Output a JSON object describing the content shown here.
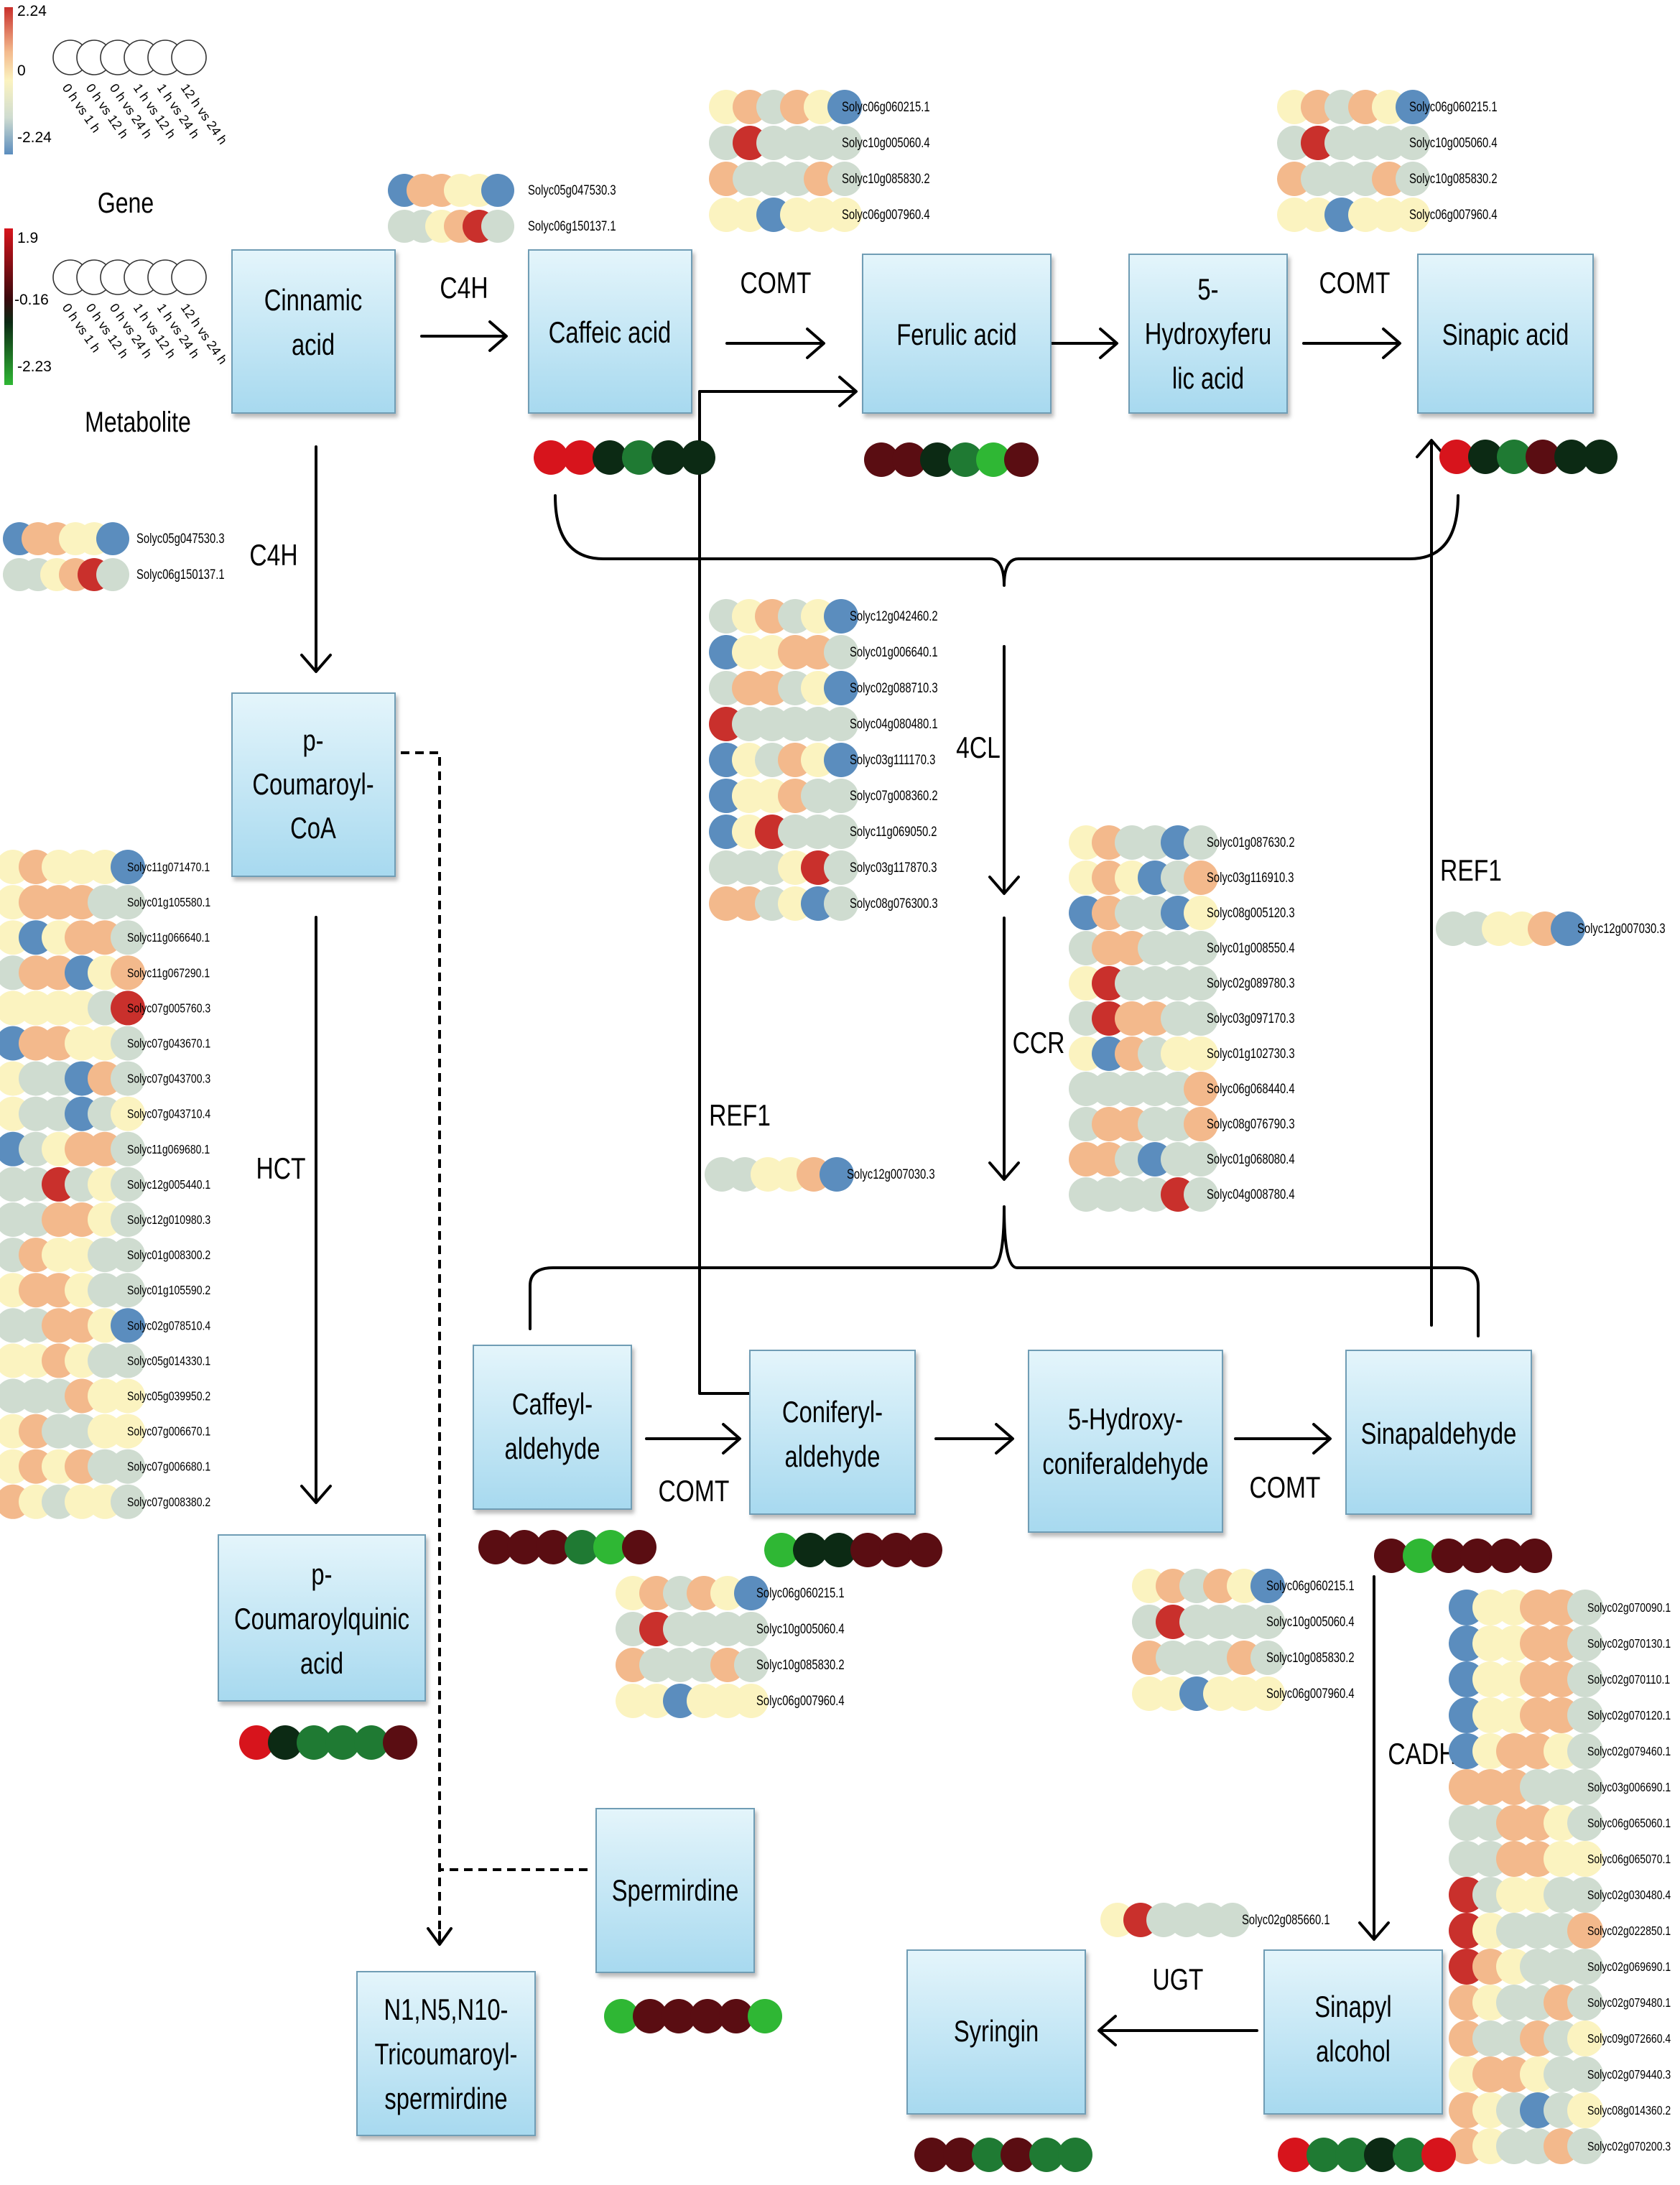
{
  "colors": {
    "gene_scale": [
      "#5b8dbe",
      "#cfdcd0",
      "#fbf3c0",
      "#f3b98c",
      "#c9302c"
    ],
    "met_scale": [
      "#2fb734",
      "#1f7a33",
      "#0c2a14",
      "#5a0d12",
      "#d7141c"
    ],
    "box_top": "#e4f5fb",
    "box_bottom": "#a7d9ef",
    "box_border": "#6f9db5"
  },
  "legend": {
    "gene": {
      "title": "Gene",
      "max": "2.24",
      "mid": "0",
      "min": "-2.24"
    },
    "metabolite": {
      "title": "Metabolite",
      "max": "1.9",
      "mid": "-0.16",
      "min": "-2.23"
    },
    "comparisons": [
      "0 h vs 1 h",
      "0 h vs 12 h",
      "0 h vs 24 h",
      "1 h vs 12 h",
      "1 h vs 24 h",
      "12 h vs 24 h"
    ]
  },
  "compounds": {
    "cinnamic": {
      "lines": [
        "Cinnamic",
        "acid"
      ]
    },
    "caffeic": {
      "lines": [
        "Caffeic acid"
      ],
      "met": [
        4,
        4,
        2,
        1,
        2,
        2
      ]
    },
    "ferulic": {
      "lines": [
        "Ferulic acid"
      ],
      "met": [
        3,
        3,
        2,
        1,
        0,
        3
      ]
    },
    "hydroxyferulic": {
      "lines": [
        "5-",
        "Hydroxyferu",
        "lic acid"
      ]
    },
    "sinapic": {
      "lines": [
        "Sinapic acid"
      ],
      "met": [
        4,
        2,
        1,
        3,
        2,
        2
      ]
    },
    "coumaroylcoa": {
      "lines": [
        "p-",
        "Coumaroyl-",
        "CoA"
      ]
    },
    "coumaroylquinic": {
      "lines": [
        "p-",
        "Coumaroylquinic",
        "acid"
      ],
      "met": [
        4,
        2,
        1,
        1,
        1,
        3
      ]
    },
    "caffeylaldehyde": {
      "lines": [
        "Caffeyl-",
        "aldehyde"
      ],
      "met": [
        3,
        3,
        3,
        1,
        0,
        3
      ]
    },
    "coniferylaldehyde": {
      "lines": [
        "Coniferyl-",
        "aldehyde"
      ],
      "met": [
        0,
        2,
        2,
        3,
        3,
        3
      ]
    },
    "hydroxyconiferaldehyde": {
      "lines": [
        "5-Hydroxy-",
        "coniferaldehyde"
      ]
    },
    "sinapaldehyde": {
      "lines": [
        "Sinapaldehyde"
      ],
      "met": [
        3,
        0,
        3,
        3,
        3,
        3
      ]
    },
    "spermidine": {
      "lines": [
        "Spermirdine"
      ],
      "met": [
        0,
        3,
        3,
        3,
        3,
        0
      ]
    },
    "tricoumaroyl": {
      "lines": [
        "N1,N5,N10-",
        "Tricoumaroyl-",
        "spermirdine"
      ]
    },
    "syringin": {
      "lines": [
        "Syringin"
      ],
      "met": [
        3,
        3,
        1,
        3,
        1,
        1
      ]
    },
    "sinapylalcohol": {
      "lines": [
        "Sinapyl",
        "alcohol"
      ],
      "met": [
        4,
        1,
        1,
        2,
        1,
        4
      ]
    }
  },
  "enzymes": {
    "c4h_top": "C4H",
    "comt_1": "COMT",
    "comt_2": "COMT",
    "c4h_left": "C4H",
    "hct": "HCT",
    "cl4": "4CL",
    "ccr": "CCR",
    "ref1_right": "REF1",
    "ref1_mid": "REF1",
    "comt_3": "COMT",
    "comt_4": "COMT",
    "cadh": "CADH",
    "ugt": "UGT"
  },
  "gene_groups": {
    "c4h_top": {
      "genes": [
        {
          "id": "Solyc05g047530.3",
          "v": [
            0,
            3,
            3,
            2,
            2,
            0
          ]
        },
        {
          "id": "Solyc06g150137.1",
          "v": [
            1,
            1,
            2,
            3,
            4,
            1
          ]
        }
      ]
    },
    "c4h_left": {
      "genes": [
        {
          "id": "Solyc05g047530.3",
          "v": [
            0,
            3,
            3,
            2,
            2,
            0
          ]
        },
        {
          "id": "Solyc06g150137.1",
          "v": [
            1,
            1,
            2,
            3,
            4,
            1
          ]
        }
      ]
    },
    "comt_a": {
      "genes": [
        {
          "id": "Solyc06g060215.1",
          "v": [
            2,
            3,
            1,
            3,
            2,
            0
          ]
        },
        {
          "id": "Solyc10g005060.4",
          "v": [
            1,
            4,
            1,
            1,
            1,
            1
          ]
        },
        {
          "id": "Solyc10g085830.2",
          "v": [
            3,
            1,
            1,
            1,
            3,
            1
          ]
        },
        {
          "id": "Solyc06g007960.4",
          "v": [
            2,
            2,
            0,
            2,
            2,
            2
          ]
        }
      ]
    },
    "comt_b": {
      "genes": [
        {
          "id": "Solyc06g060215.1",
          "v": [
            2,
            3,
            1,
            3,
            2,
            0
          ]
        },
        {
          "id": "Solyc10g005060.4",
          "v": [
            1,
            4,
            1,
            1,
            1,
            1
          ]
        },
        {
          "id": "Solyc10g085830.2",
          "v": [
            3,
            1,
            1,
            1,
            3,
            1
          ]
        },
        {
          "id": "Solyc06g007960.4",
          "v": [
            2,
            2,
            0,
            2,
            2,
            2
          ]
        }
      ]
    },
    "comt_c": {
      "genes": [
        {
          "id": "Solyc06g060215.1",
          "v": [
            2,
            3,
            1,
            3,
            2,
            0
          ]
        },
        {
          "id": "Solyc10g005060.4",
          "v": [
            1,
            4,
            1,
            1,
            1,
            1
          ]
        },
        {
          "id": "Solyc10g085830.2",
          "v": [
            3,
            1,
            1,
            1,
            3,
            1
          ]
        },
        {
          "id": "Solyc06g007960.4",
          "v": [
            2,
            2,
            0,
            2,
            2,
            2
          ]
        }
      ]
    },
    "comt_d": {
      "genes": [
        {
          "id": "Solyc06g060215.1",
          "v": [
            2,
            3,
            1,
            3,
            2,
            0
          ]
        },
        {
          "id": "Solyc10g005060.4",
          "v": [
            1,
            4,
            1,
            1,
            1,
            1
          ]
        },
        {
          "id": "Solyc10g085830.2",
          "v": [
            3,
            1,
            1,
            1,
            3,
            1
          ]
        },
        {
          "id": "Solyc06g007960.4",
          "v": [
            2,
            2,
            0,
            2,
            2,
            2
          ]
        }
      ]
    },
    "cl4": {
      "genes": [
        {
          "id": "Solyc12g042460.2",
          "v": [
            1,
            2,
            3,
            1,
            2,
            0
          ]
        },
        {
          "id": "Solyc01g006640.1",
          "v": [
            0,
            2,
            2,
            3,
            3,
            1
          ]
        },
        {
          "id": "Solyc02g088710.3",
          "v": [
            1,
            3,
            3,
            1,
            2,
            0
          ]
        },
        {
          "id": "Solyc04g080480.1",
          "v": [
            4,
            1,
            1,
            1,
            1,
            1
          ]
        },
        {
          "id": "Solyc03g111170.3",
          "v": [
            0,
            2,
            1,
            3,
            2,
            0
          ]
        },
        {
          "id": "Solyc07g008360.2",
          "v": [
            0,
            2,
            2,
            3,
            1,
            1
          ]
        },
        {
          "id": "Solyc11g069050.2",
          "v": [
            0,
            2,
            4,
            1,
            1,
            1
          ]
        },
        {
          "id": "Solyc03g117870.3",
          "v": [
            1,
            1,
            1,
            2,
            4,
            1
          ]
        },
        {
          "id": "Solyc08g076300.3",
          "v": [
            3,
            3,
            1,
            2,
            0,
            1
          ]
        }
      ]
    },
    "ccr": {
      "genes": [
        {
          "id": "Solyc01g087630.2",
          "v": [
            2,
            3,
            1,
            1,
            0,
            1
          ]
        },
        {
          "id": "Solyc03g116910.3",
          "v": [
            2,
            3,
            2,
            0,
            1,
            3
          ]
        },
        {
          "id": "Solyc08g005120.3",
          "v": [
            0,
            3,
            1,
            1,
            0,
            2
          ]
        },
        {
          "id": "Solyc01g008550.4",
          "v": [
            1,
            3,
            3,
            1,
            1,
            1
          ]
        },
        {
          "id": "Solyc02g089780.3",
          "v": [
            2,
            4,
            1,
            1,
            1,
            1
          ]
        },
        {
          "id": "Solyc03g097170.3",
          "v": [
            1,
            4,
            3,
            3,
            1,
            1
          ]
        },
        {
          "id": "Solyc01g102730.3",
          "v": [
            2,
            0,
            3,
            1,
            2,
            2
          ]
        },
        {
          "id": "Solyc06g068440.4",
          "v": [
            1,
            1,
            1,
            1,
            1,
            3
          ]
        },
        {
          "id": "Solyc08g076790.3",
          "v": [
            1,
            3,
            3,
            1,
            1,
            3
          ]
        },
        {
          "id": "Solyc01g068080.4",
          "v": [
            3,
            3,
            1,
            0,
            1,
            1
          ]
        },
        {
          "id": "Solyc04g008780.4",
          "v": [
            1,
            1,
            1,
            1,
            4,
            1
          ]
        }
      ]
    },
    "ref1_right": {
      "genes": [
        {
          "id": "Solyc12g007030.3",
          "v": [
            1,
            1,
            2,
            2,
            3,
            0
          ]
        }
      ]
    },
    "ref1_mid": {
      "genes": [
        {
          "id": "Solyc12g007030.3",
          "v": [
            1,
            1,
            2,
            2,
            3,
            0
          ]
        }
      ]
    },
    "hct": {
      "genes": [
        {
          "id": "Solyc11g071470.1",
          "v": [
            2,
            3,
            2,
            2,
            2,
            0
          ]
        },
        {
          "id": "Solyc01g105580.1",
          "v": [
            2,
            3,
            3,
            3,
            1,
            1
          ]
        },
        {
          "id": "Solyc11g066640.1",
          "v": [
            2,
            0,
            2,
            3,
            3,
            1
          ]
        },
        {
          "id": "Solyc11g067290.1",
          "v": [
            1,
            3,
            3,
            0,
            2,
            3
          ]
        },
        {
          "id": "Solyc07g005760.3",
          "v": [
            2,
            2,
            2,
            2,
            1,
            4
          ]
        },
        {
          "id": "Solyc07g043670.1",
          "v": [
            0,
            3,
            3,
            2,
            2,
            1
          ]
        },
        {
          "id": "Solyc07g043700.3",
          "v": [
            2,
            1,
            1,
            0,
            3,
            1
          ]
        },
        {
          "id": "Solyc07g043710.4",
          "v": [
            2,
            1,
            1,
            0,
            1,
            2
          ]
        },
        {
          "id": "Solyc11g069680.1",
          "v": [
            0,
            1,
            2,
            3,
            3,
            1
          ]
        },
        {
          "id": "Solyc12g005440.1",
          "v": [
            1,
            1,
            4,
            1,
            2,
            1
          ]
        },
        {
          "id": "Solyc12g010980.3",
          "v": [
            1,
            1,
            3,
            3,
            2,
            1
          ]
        },
        {
          "id": "Solyc01g008300.2",
          "v": [
            1,
            3,
            2,
            2,
            1,
            1
          ]
        },
        {
          "id": "Solyc01g105590.2",
          "v": [
            2,
            3,
            3,
            2,
            1,
            1
          ]
        },
        {
          "id": "Solyc02g078510.4",
          "v": [
            1,
            1,
            3,
            3,
            2,
            0
          ]
        },
        {
          "id": "Solyc05g014330.1",
          "v": [
            2,
            2,
            3,
            2,
            1,
            1
          ]
        },
        {
          "id": "Solyc05g039950.2",
          "v": [
            1,
            1,
            1,
            3,
            2,
            2
          ]
        },
        {
          "id": "Solyc07g006670.1",
          "v": [
            2,
            3,
            1,
            1,
            2,
            2
          ]
        },
        {
          "id": "Solyc07g006680.1",
          "v": [
            2,
            3,
            2,
            3,
            1,
            1
          ]
        },
        {
          "id": "Solyc07g008380.2",
          "v": [
            3,
            2,
            1,
            2,
            2,
            1
          ]
        }
      ]
    },
    "cadh": {
      "genes": [
        {
          "id": "Solyc02g070090.1",
          "v": [
            0,
            2,
            2,
            3,
            3,
            1
          ]
        },
        {
          "id": "Solyc02g070130.1",
          "v": [
            0,
            2,
            2,
            3,
            3,
            1
          ]
        },
        {
          "id": "Solyc02g070110.1",
          "v": [
            0,
            2,
            2,
            3,
            3,
            1
          ]
        },
        {
          "id": "Solyc02g070120.1",
          "v": [
            0,
            2,
            2,
            3,
            3,
            1
          ]
        },
        {
          "id": "Solyc02g079460.1",
          "v": [
            0,
            2,
            3,
            3,
            2,
            1
          ]
        },
        {
          "id": "Solyc03g006690.1",
          "v": [
            3,
            3,
            3,
            1,
            1,
            1
          ]
        },
        {
          "id": "Solyc06g065060.1",
          "v": [
            1,
            1,
            3,
            3,
            2,
            1
          ]
        },
        {
          "id": "Solyc06g065070.1",
          "v": [
            1,
            1,
            3,
            3,
            2,
            2
          ]
        },
        {
          "id": "Solyc02g030480.4",
          "v": [
            4,
            1,
            2,
            2,
            1,
            1
          ]
        },
        {
          "id": "Solyc02g022850.1",
          "v": [
            4,
            2,
            1,
            1,
            1,
            3
          ]
        },
        {
          "id": "Solyc02g069690.1",
          "v": [
            4,
            3,
            2,
            1,
            1,
            1
          ]
        },
        {
          "id": "Solyc02g079480.1",
          "v": [
            3,
            2,
            1,
            1,
            3,
            1
          ]
        },
        {
          "id": "Solyc09g072660.4",
          "v": [
            3,
            1,
            1,
            3,
            1,
            2
          ]
        },
        {
          "id": "Solyc02g079440.3",
          "v": [
            2,
            3,
            3,
            2,
            1,
            1
          ]
        },
        {
          "id": "Solyc08g014360.2",
          "v": [
            3,
            2,
            1,
            0,
            1,
            2
          ]
        },
        {
          "id": "Solyc02g070200.3",
          "v": [
            3,
            2,
            1,
            1,
            3,
            1
          ]
        }
      ]
    },
    "ugt": {
      "genes": [
        {
          "id": "Solyc02g085660.1",
          "v": [
            2,
            4,
            1,
            1,
            1,
            1
          ]
        }
      ]
    }
  }
}
